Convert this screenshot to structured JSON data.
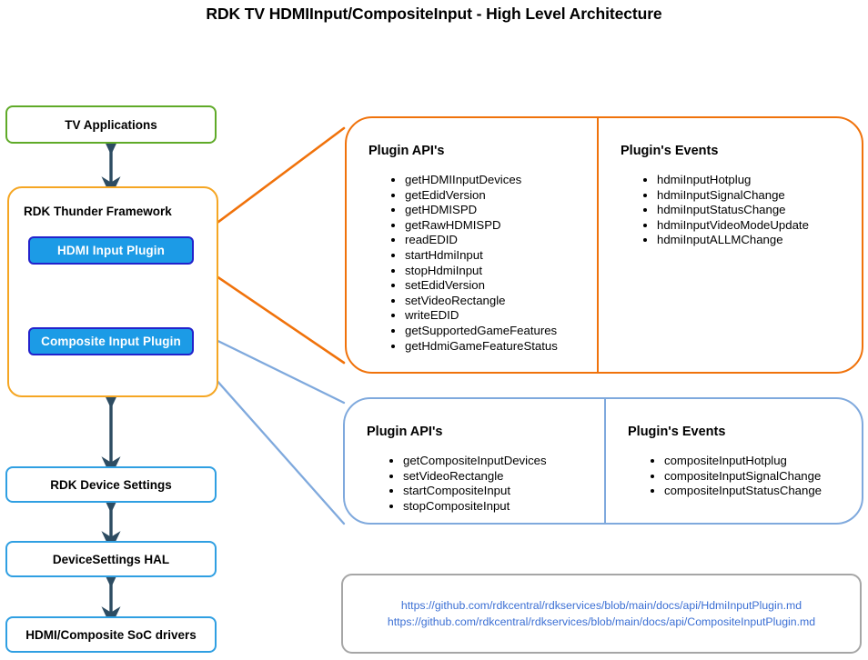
{
  "title": "RDK TV HDMIInput/CompositeInput - High Level Architecture",
  "colors": {
    "app_box_border": "#5faa28",
    "framework_border": "#f5a623",
    "plugin_fill": "#1c9be6",
    "plugin_border": "#2222cc",
    "stack_box_border": "#2f9fe2",
    "hdmi_panel_border": "#f0720b",
    "composite_panel_border": "#7fa9dd",
    "arrow": "#2d4c62",
    "link_text": "#3b6fd4",
    "linkbox_border": "#a6a6a6"
  },
  "stack": {
    "applications": "TV Applications",
    "framework_label": "RDK Thunder Framework",
    "plugins": [
      {
        "label": "HDMI Input Plugin"
      },
      {
        "label": "Composite Input Plugin"
      }
    ],
    "lower_boxes": [
      {
        "label": "RDK Device Settings"
      },
      {
        "label": "DeviceSettings HAL"
      },
      {
        "label": "HDMI/Composite SoC drivers"
      }
    ]
  },
  "panels": [
    {
      "id": "hdmi",
      "api_title": "Plugin API's",
      "events_title": "Plugin's Events",
      "apis": [
        "getHDMIInputDevices",
        "getEdidVersion",
        "getHDMISPD",
        "getRawHDMISPD",
        "readEDID",
        "startHdmiInput",
        "stopHdmiInput",
        "setEdidVersion",
        "setVideoRectangle",
        "writeEDID",
        "getSupportedGameFeatures",
        "getHdmiGameFeatureStatus"
      ],
      "events": [
        "hdmiInputHotplug",
        "hdmiInputSignalChange",
        "hdmiInputStatusChange",
        "hdmiInputVideoModeUpdate",
        "hdmiInputALLMChange"
      ]
    },
    {
      "id": "composite",
      "api_title": "Plugin API's",
      "events_title": "Plugin's Events",
      "apis": [
        "getCompositeInputDevices",
        "setVideoRectangle",
        "startCompositeInput",
        "stopCompositeInput"
      ],
      "events": [
        "compositeInputHotplug",
        "compositeInputSignalChange",
        "compositeInputStatusChange"
      ]
    }
  ],
  "links": [
    "https://github.com/rdkcentral/rdkservices/blob/main/docs/api/HdmiInputPlugin.md",
    "https://github.com/rdkcentral/rdkservices/blob/main/docs/api/CompositeInputPlugin.md"
  ]
}
